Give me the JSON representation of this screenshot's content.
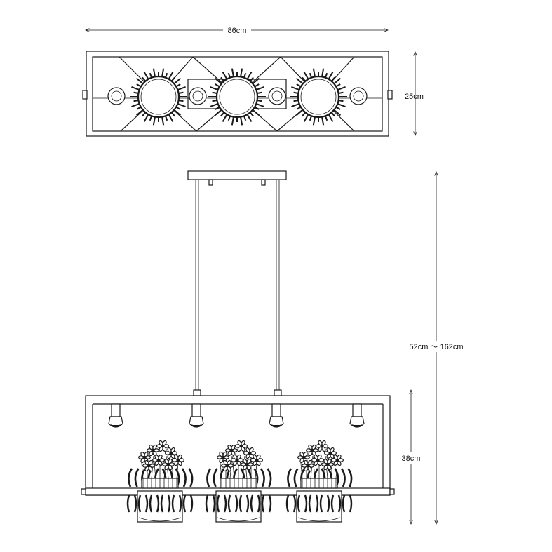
{
  "dimensions": {
    "width_label": "86cm",
    "depth_label": "25cm",
    "height_range_label": "52cm ～ 162cm",
    "body_height_label": "38cm"
  },
  "fixture": {
    "lamp_count": 3,
    "spotlight_count": 4
  },
  "colors": {
    "line": "#1a1a1a",
    "background": "#ffffff"
  }
}
